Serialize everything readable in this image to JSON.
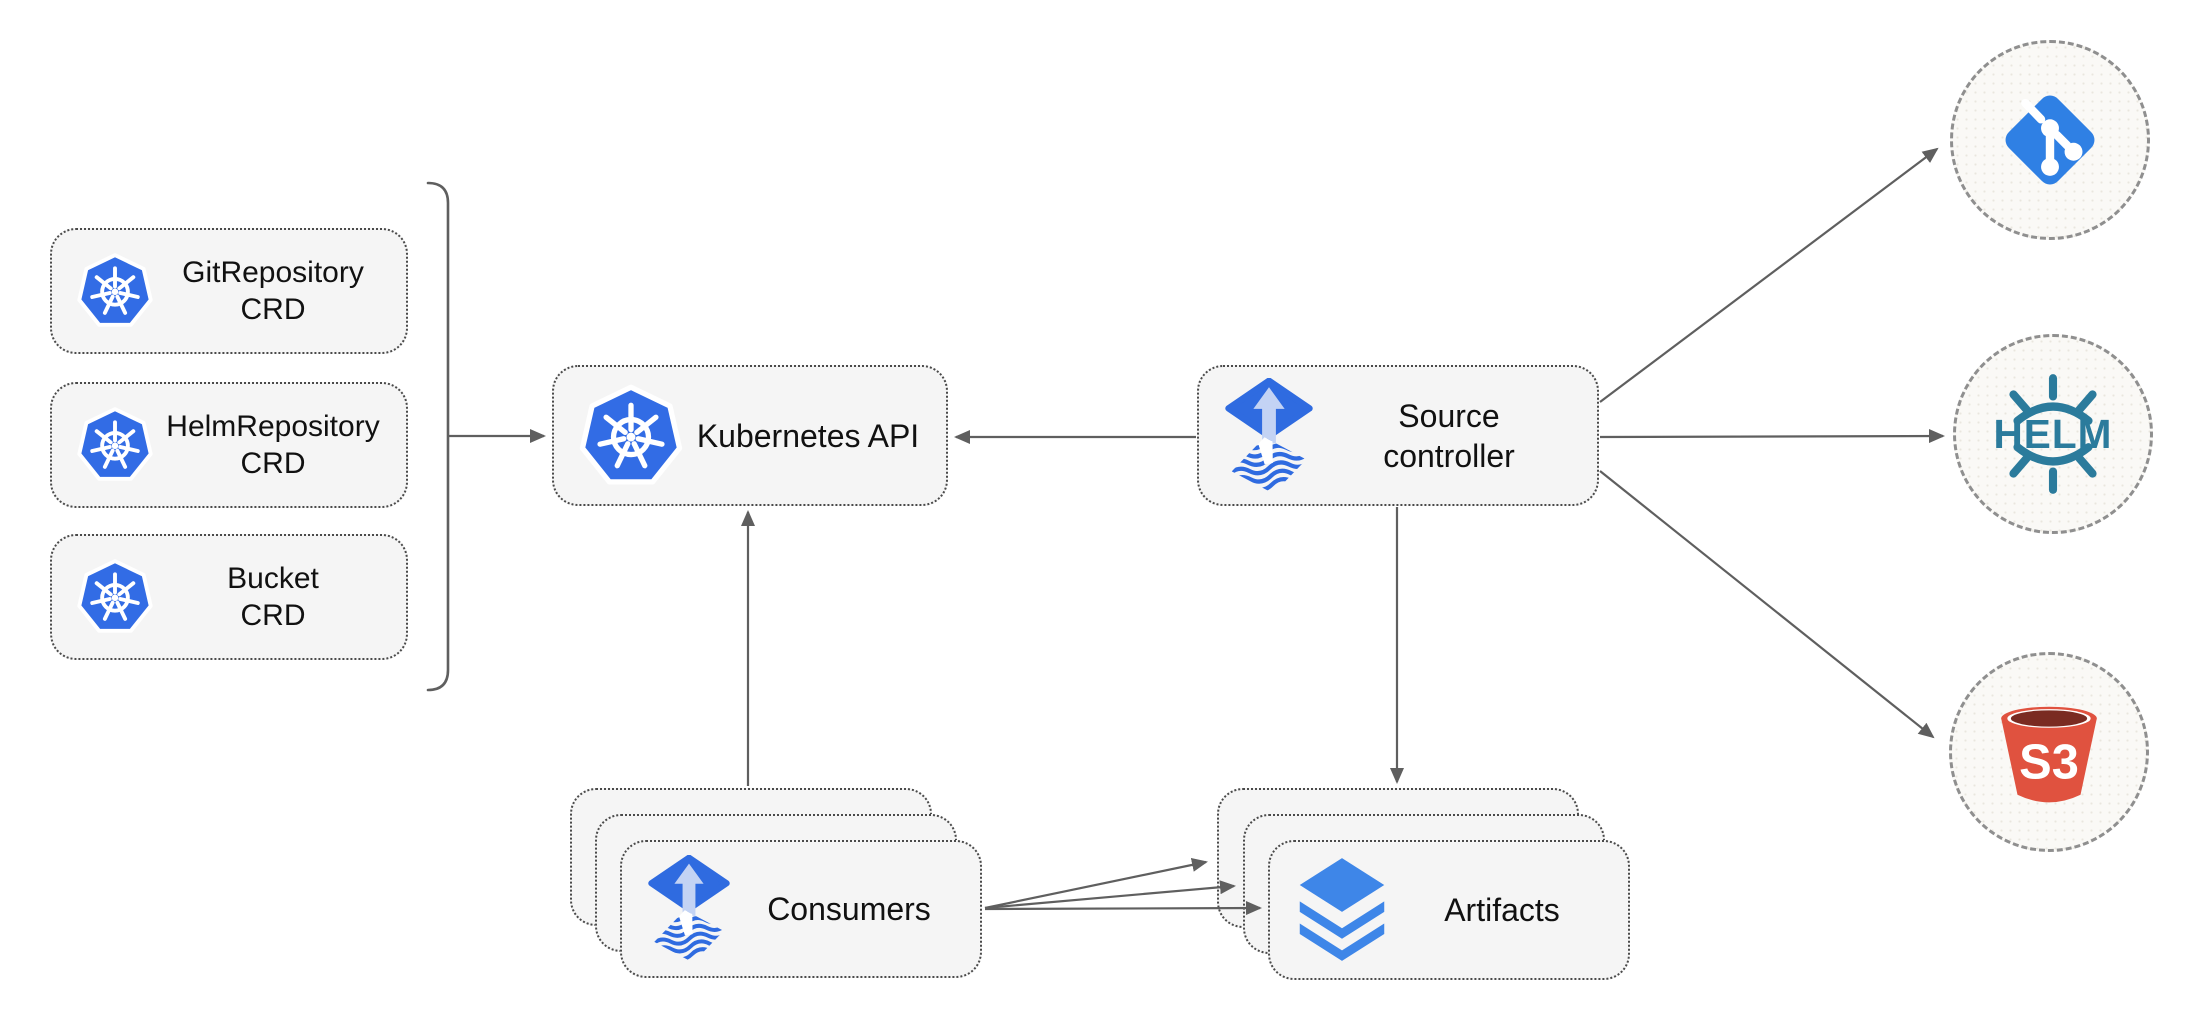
{
  "diagram": {
    "nodes": {
      "git_repository_crd": {
        "label": "GitRepository\nCRD",
        "icon": "kubernetes-icon"
      },
      "helm_repository_crd": {
        "label": "HelmRepository\nCRD",
        "icon": "kubernetes-icon"
      },
      "bucket_crd": {
        "label": "Bucket\nCRD",
        "icon": "kubernetes-icon"
      },
      "kubernetes_api": {
        "label": "Kubernetes API",
        "icon": "kubernetes-icon"
      },
      "source_controller": {
        "label": "Source\ncontroller",
        "icon": "flux-icon"
      },
      "consumers": {
        "label": "Consumers",
        "icon": "flux-icon",
        "stacked": 3
      },
      "artifacts": {
        "label": "Artifacts",
        "icon": "layers-icon",
        "stacked": 3
      },
      "git_remote": {
        "icon": "git-icon"
      },
      "helm_remote": {
        "icon": "helm-icon",
        "icon_text": "HELM"
      },
      "s3_remote": {
        "icon": "s3-bucket-icon",
        "icon_text": "S3"
      }
    },
    "edges": [
      {
        "from": "crd-group-bracket",
        "to": "kubernetes_api"
      },
      {
        "from": "source_controller",
        "to": "kubernetes_api"
      },
      {
        "from": "consumers",
        "to": "kubernetes_api"
      },
      {
        "from": "source_controller",
        "to": "artifacts"
      },
      {
        "from": "consumers",
        "to": "artifacts",
        "count": 3
      },
      {
        "from": "source_controller",
        "to": "git_remote"
      },
      {
        "from": "source_controller",
        "to": "helm_remote"
      },
      {
        "from": "source_controller",
        "to": "s3_remote"
      }
    ]
  },
  "colors": {
    "kubernetes_blue": "#326ce5",
    "flux_blue": "#2f6be0",
    "flux_arrow_light": "#c3d3f4",
    "layers_blue": "#3e86e8",
    "git_blue": "#2f80e4",
    "helm_teal": "#2b7b9c",
    "s3_red": "#e0523f",
    "s3_dark": "#7a2b22",
    "node_fill": "#f5f5f5",
    "node_border": "#4a4a4a",
    "circle_fill": "#faf9f6",
    "circle_border": "#8f8f8f",
    "edge_gray": "#5f5f5f",
    "label_color": "#111111"
  }
}
